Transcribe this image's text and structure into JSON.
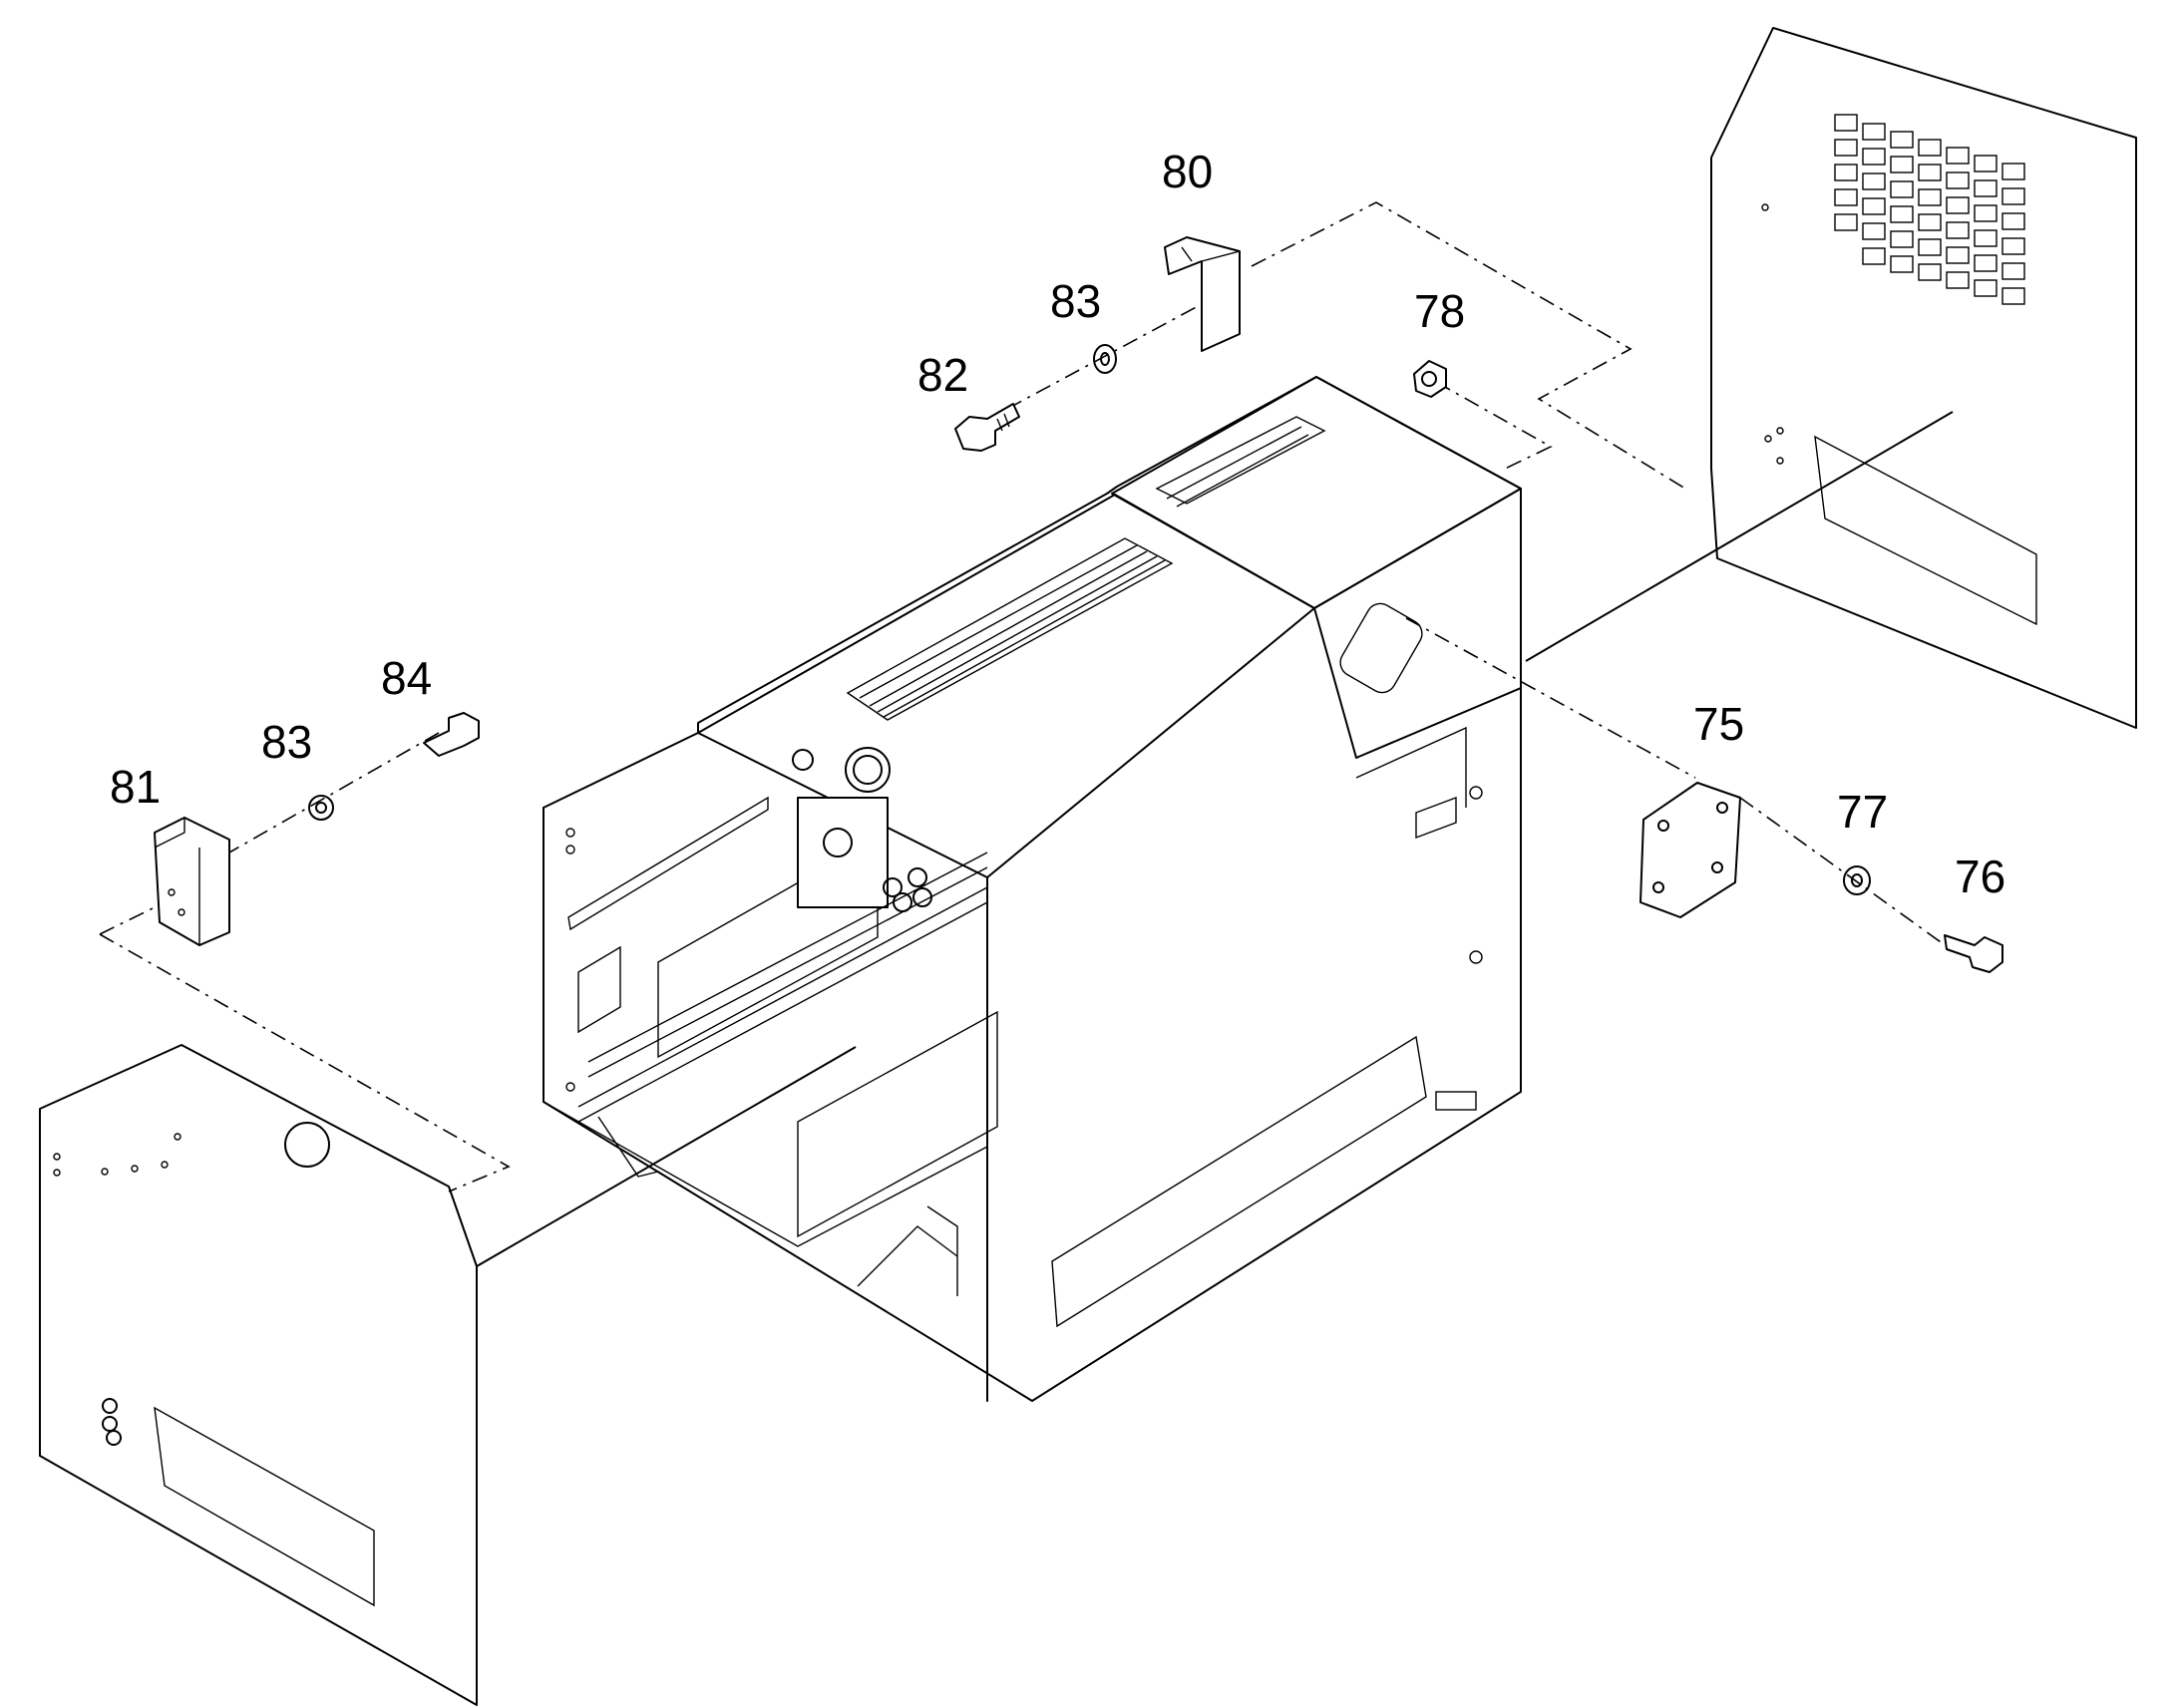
{
  "diagram": {
    "type": "exploded-parts-view",
    "callouts": {
      "c75": "75",
      "c76": "76",
      "c77": "77",
      "c78": "78",
      "c80": "80",
      "c81": "81",
      "c82": "82",
      "c83a": "83",
      "c83b": "83",
      "c84": "84"
    }
  }
}
